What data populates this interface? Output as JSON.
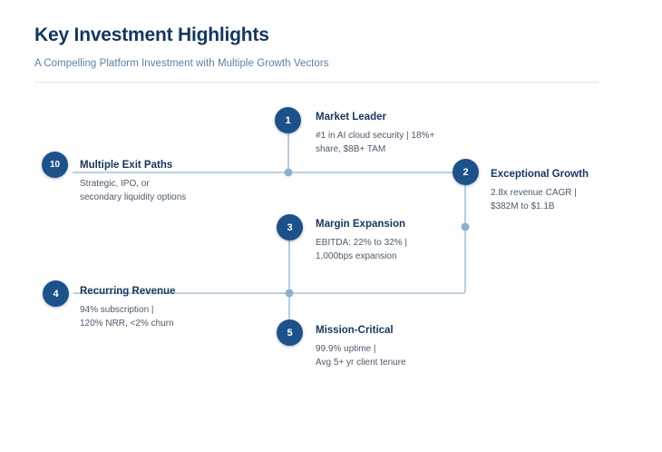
{
  "header": {
    "title": "Key Investment Highlights",
    "subtitle": "A Compelling Platform Investment with Multiple Growth Vectors"
  },
  "theme": {
    "accent": "#1d5189",
    "title_color": "#14365e",
    "subtitle_color": "#5c7fa6",
    "detail_color": "#4c5a69",
    "connector_color": "#a9c0d6",
    "divider_color": "#e2e5e9",
    "background": "#ffffff"
  },
  "diagram": {
    "type": "timeline-spine",
    "nodes": [
      {
        "number": "1",
        "title": "Market Leader",
        "detail_lines": [
          "#1 in AI cloud security | 18%+",
          "share, $8B+ TAM"
        ],
        "side": "right-top"
      },
      {
        "number": "2",
        "title": "Exceptional Growth",
        "detail_lines": [
          "2.8x revenue CAGR |",
          "$382M to $1.1B"
        ],
        "side": "far-right"
      },
      {
        "number": "3",
        "title": "Margin Expansion",
        "detail_lines": [
          "EBITDA: 22% to 32% |",
          "1,000bps expansion"
        ],
        "side": "center"
      },
      {
        "number": "4",
        "title": "Recurring Revenue",
        "detail_lines": [
          "94% subscription |",
          "120% NRR, <2% churn"
        ],
        "side": "left"
      },
      {
        "number": "5",
        "title": "Mission-Critical",
        "detail_lines": [
          "99.9% uptime |",
          "Avg 5+ yr client tenure"
        ],
        "side": "center-bottom"
      },
      {
        "number": "10",
        "title": "Multiple Exit Paths",
        "detail_lines": [
          "Strategic, IPO, or",
          "secondary liquidity options"
        ],
        "side": "left-top"
      }
    ]
  }
}
